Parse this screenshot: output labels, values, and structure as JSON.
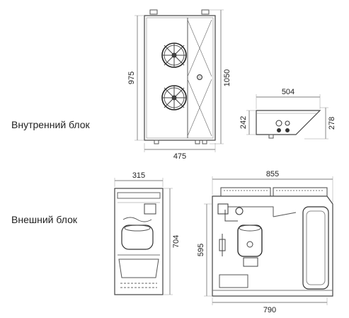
{
  "labels": {
    "indoor_unit": "Внутренний блок",
    "outdoor_unit": "Внешний блок"
  },
  "dimensions": {
    "indoor_front_height": "975",
    "indoor_front_total_height": "1050",
    "indoor_front_width": "475",
    "indoor_side_width": "504",
    "indoor_side_height": "242",
    "indoor_side_total_height": "278",
    "outdoor_side_width": "315",
    "outdoor_side_height": "704",
    "outdoor_front_width": "855",
    "outdoor_front_height": "595",
    "outdoor_front_base_width": "790"
  }
}
